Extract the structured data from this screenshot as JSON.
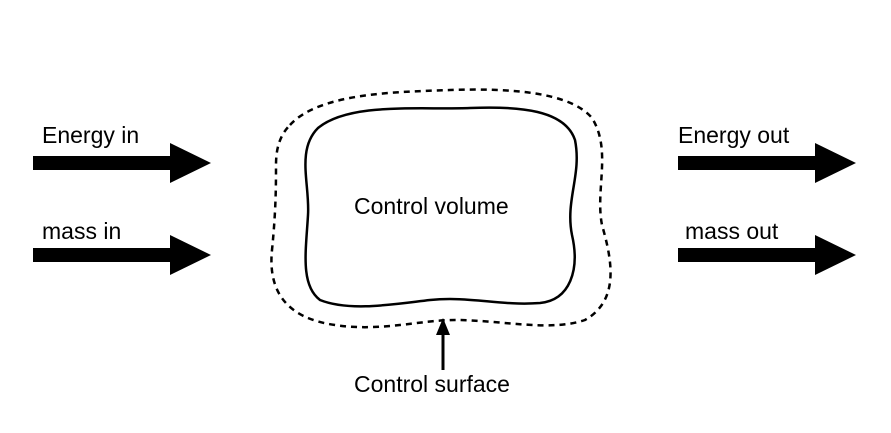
{
  "labels": {
    "energy_in": "Energy in",
    "mass_in": "mass in",
    "energy_out": "Energy out",
    "mass_out": "mass out",
    "control_volume": "Control volume",
    "control_surface": "Control surface"
  },
  "colors": {
    "ink": "#000000",
    "background": "#ffffff"
  }
}
